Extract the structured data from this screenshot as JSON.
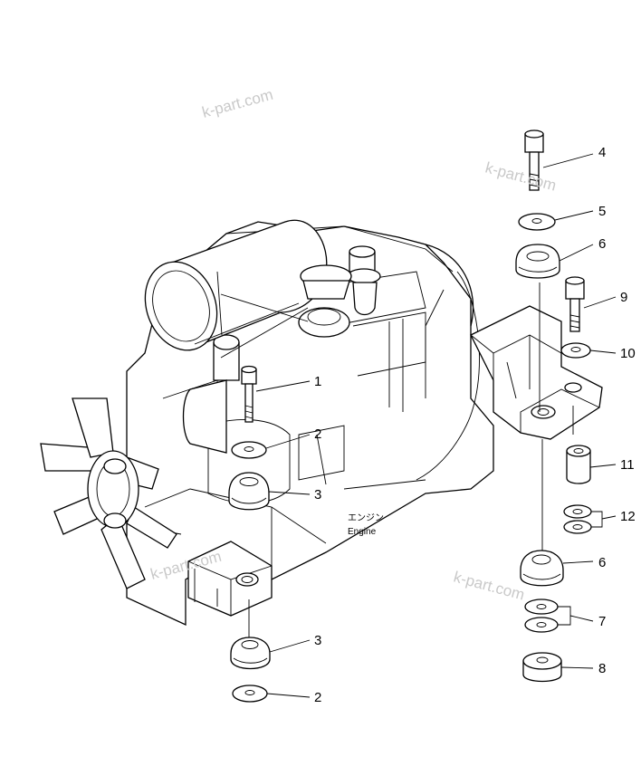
{
  "watermark_text": "k-part.com",
  "engine_label_ja": "エンジン",
  "engine_label_en": "Engine",
  "callouts": [
    {
      "id": "c1",
      "label": "1"
    },
    {
      "id": "c2a",
      "label": "2"
    },
    {
      "id": "c3a",
      "label": "3"
    },
    {
      "id": "c3b",
      "label": "3"
    },
    {
      "id": "c2b",
      "label": "2"
    },
    {
      "id": "c4",
      "label": "4"
    },
    {
      "id": "c5",
      "label": "5"
    },
    {
      "id": "c6a",
      "label": "6"
    },
    {
      "id": "c9",
      "label": "9"
    },
    {
      "id": "c10",
      "label": "10"
    },
    {
      "id": "c11",
      "label": "11"
    },
    {
      "id": "c12",
      "label": "12"
    },
    {
      "id": "c6b",
      "label": "6"
    },
    {
      "id": "c7",
      "label": "7"
    },
    {
      "id": "c8",
      "label": "8"
    }
  ]
}
